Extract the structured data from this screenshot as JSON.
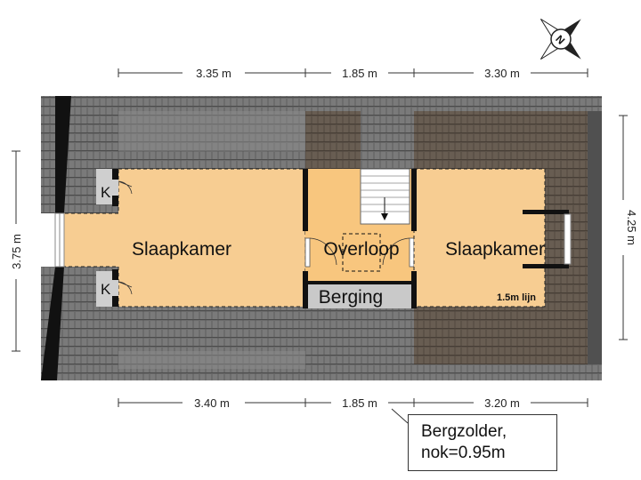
{
  "rooms": {
    "left_bedroom": "Slaapkamer",
    "right_bedroom": "Slaapkamer",
    "landing": "Overloop",
    "storage": "Berging",
    "closet_top": "K",
    "closet_bottom": "K"
  },
  "annotations": {
    "line_height": "1.5m lijn"
  },
  "dimensions": {
    "top": [
      "3.35 m",
      "1.85 m",
      "3.30 m"
    ],
    "bottom": [
      "3.40 m",
      "1.85 m",
      "3.20 m"
    ],
    "left": "3.75 m",
    "right": "4.25 m"
  },
  "note": {
    "line1": "Bergzolder,",
    "line2": "nok=0.95m"
  },
  "compass": {
    "letter": "N"
  },
  "colors": {
    "roof": "#6a6a6a",
    "attic_dark": "#5a5046",
    "room_fill": "#f7cd92",
    "landing_fill": "#f8c67e",
    "storage_fill": "#c9c9c9",
    "wall": "#111111"
  }
}
